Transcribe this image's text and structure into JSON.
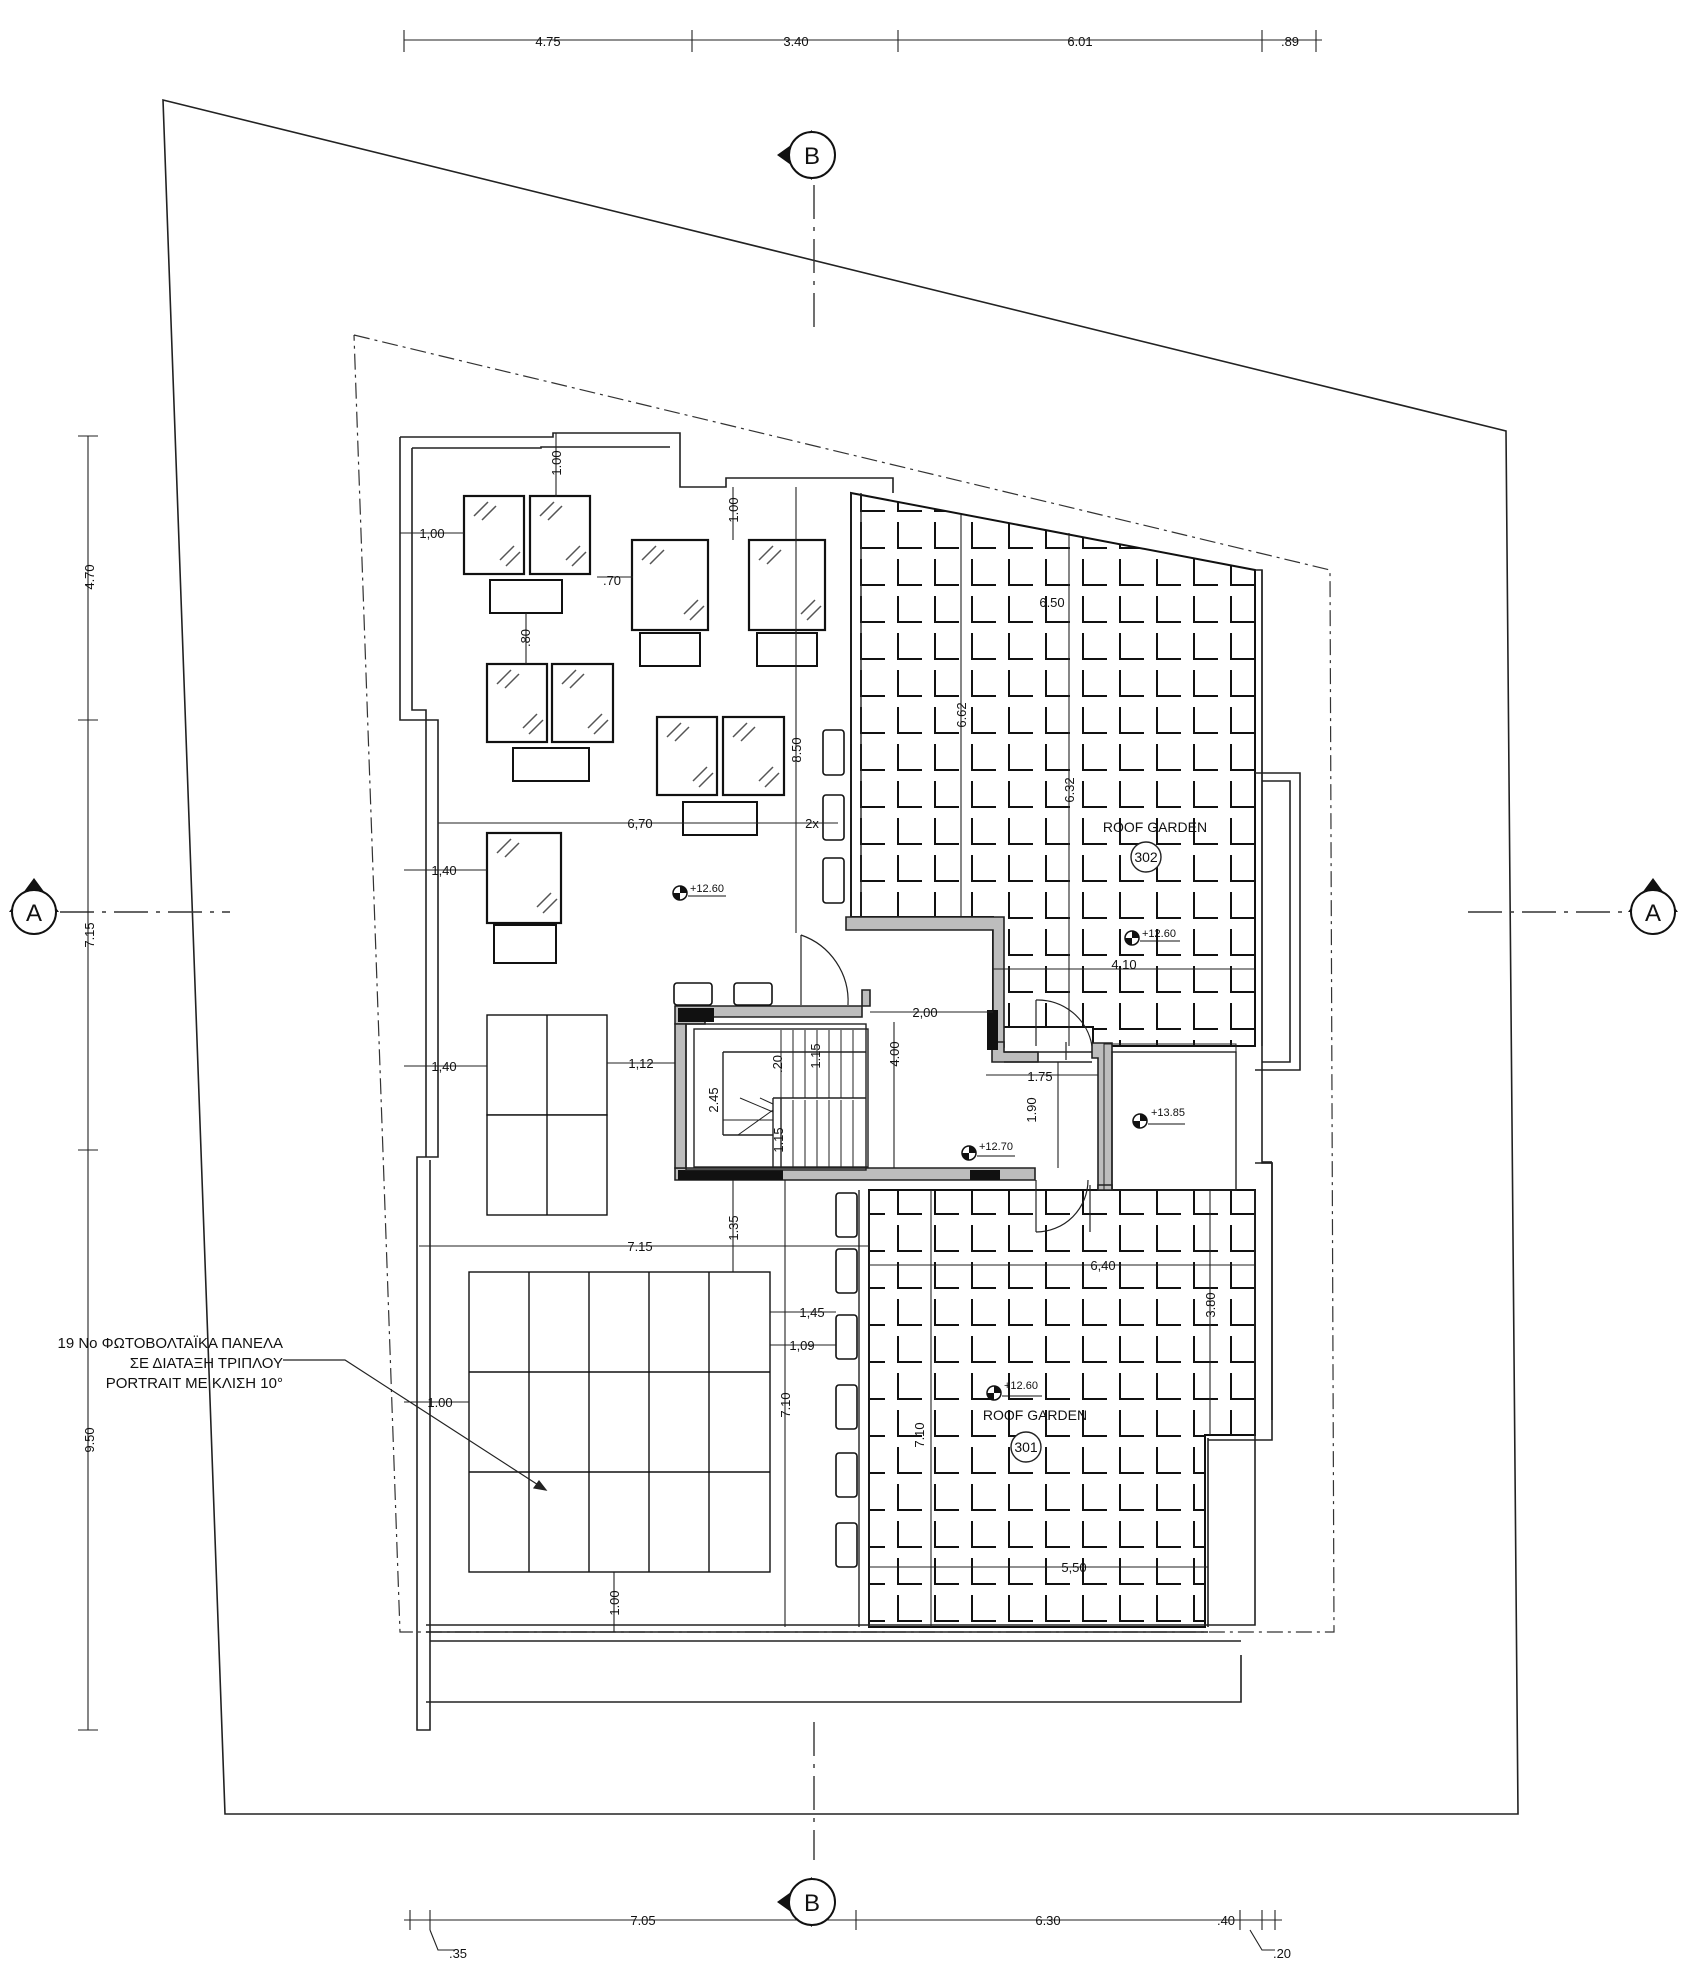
{
  "top_dimensions": [
    "4.75",
    "3.40",
    "6.01",
    ".89"
  ],
  "bottom_dimensions": [
    "7.05",
    "6.30",
    ".40",
    ".35",
    ".20"
  ],
  "left_dimensions": [
    "4.70",
    "7.15",
    "9.50"
  ],
  "section_markers": {
    "a_left": "A",
    "a_right": "A",
    "b_top": "B",
    "b_bottom": "B"
  },
  "rooms": {
    "roof_garden_302": {
      "name": "ROOF GARDEN",
      "number": "302"
    },
    "roof_garden_301": {
      "name": "ROOF GARDEN",
      "number": "301"
    }
  },
  "levels": [
    "+12.60",
    "+12.60",
    "+12.70",
    "+13.85",
    "+12.60"
  ],
  "solar_note": [
    "19 No ΦΩΤΟΒΟΛΤΑΪΚΑ ΠΑΝΕΛΑ",
    "ΣΕ ΔΙΑΤΑΞΗ ΤΡΙΠΛΟΥ",
    "PORTRAIT ΜΕ ΚΛΙΣΗ 10°"
  ],
  "interior_dimensions": {
    "d_100_top": "1.00",
    "d_100_left": "1,00",
    "d_070": ".70",
    "d_100_mid": "1.00",
    "d_080": ".80",
    "d_850": "8.50",
    "d_670": "6,70",
    "d_2x": "2x",
    "d_140a": "1,40",
    "d_140b": "1,40",
    "d_112": "1,12",
    "d_650": "6.50",
    "d_662": "6.62",
    "d_632": "6.32",
    "d_410": "4.10",
    "d_200": "2,00",
    "d_400": "4.00",
    "d_115a": "1.15",
    "d_020": ".20",
    "d_245": "2.45",
    "d_115b": "1.15",
    "d_175": "1.75",
    "d_190": "1.90",
    "d_135": "1.35",
    "d_715": "7.15",
    "d_640": "6,40",
    "d_380": "3.80",
    "d_145": "1,45",
    "d_109": "1,09",
    "d_100_low": "1.00",
    "d_710a": "7.10",
    "d_710b": "7.10",
    "d_550": "5,50",
    "d_100_bottom": "1.00"
  }
}
